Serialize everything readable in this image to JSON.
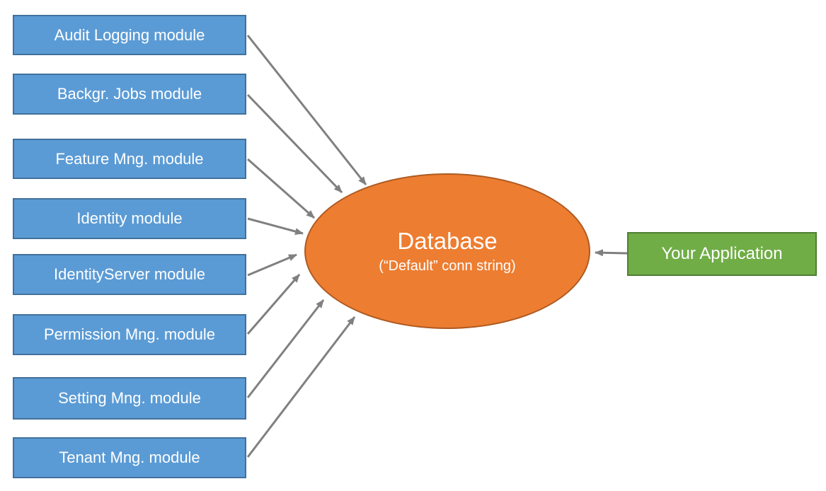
{
  "diagram": {
    "modules": [
      {
        "label": "Audit Logging module"
      },
      {
        "label": "Backgr. Jobs module"
      },
      {
        "label": "Feature Mng. module"
      },
      {
        "label": "Identity module"
      },
      {
        "label": "IdentityServer module"
      },
      {
        "label": "Permission Mng. module"
      },
      {
        "label": "Setting Mng. module"
      },
      {
        "label": "Tenant Mng. module"
      }
    ],
    "database": {
      "title": "Database",
      "subtitle": "(“Default” conn string)"
    },
    "application": {
      "label": "Your Application"
    },
    "colors": {
      "module_fill": "#5B9BD5",
      "module_border": "#41719C",
      "database_fill": "#ED7D31",
      "database_border": "#AE5A21",
      "application_fill": "#70AD47",
      "application_border": "#507E32",
      "arrow": "#808080",
      "label_text": "#FFFFFF"
    }
  }
}
